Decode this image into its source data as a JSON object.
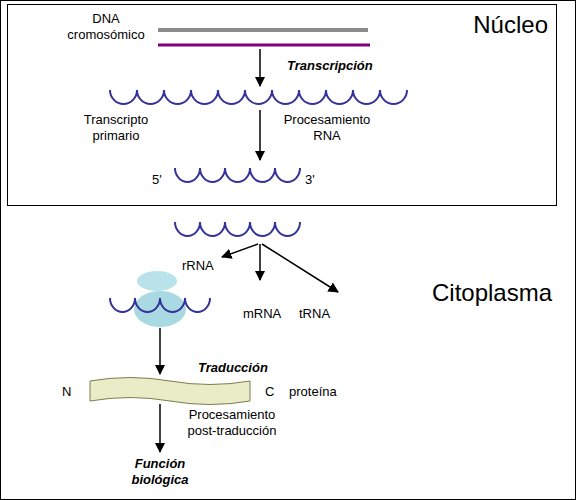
{
  "diagram": {
    "nodes": [
      {
        "text": [
          "Citoplasma"
        ]
      },
      {
        "text": [
          "Núcleo"
        ],
        "in": 0
      }
    ],
    "labels": [
      "DNA cromosómico",
      "Transcripción",
      "Transcripto primario",
      "Procesamiento RNA",
      "5'",
      "3'",
      "rRNA",
      "mRNA",
      "tRNA",
      "Traducción",
      "N",
      "C",
      "proteína",
      "Procesamiento post-traducción",
      "Función biológica"
    ]
  }
}
